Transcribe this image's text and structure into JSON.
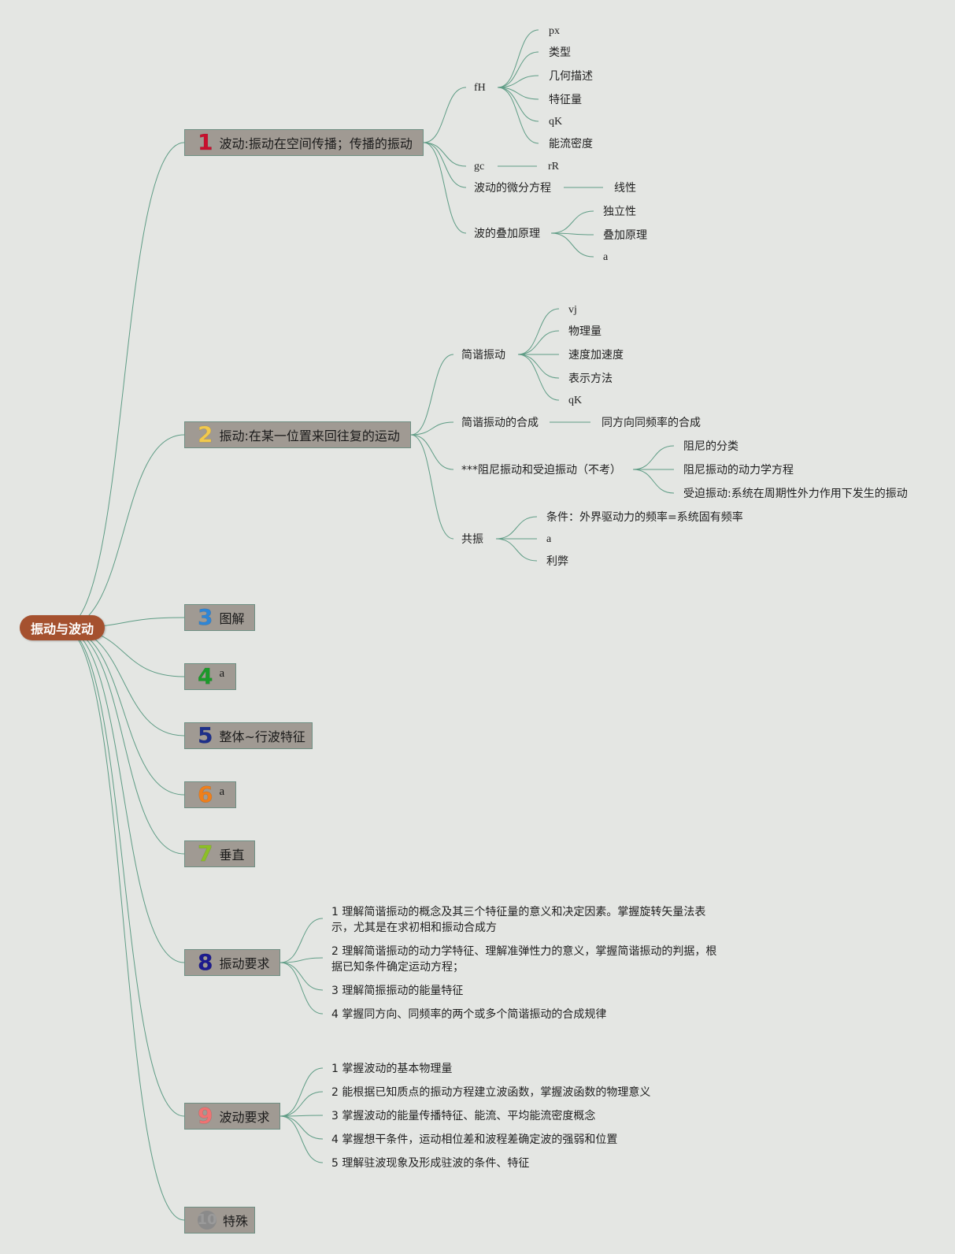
{
  "root": {
    "label": "振动与波动"
  },
  "colors": {
    "line": "#5e9c85",
    "root_bg": "#a5512f",
    "branch_bg": "#a09a93"
  },
  "branches": [
    {
      "num": "1",
      "num_color": "#c8102e",
      "label": "波动:振动在空间传播；传播的振动",
      "children": [
        {
          "label": "fH",
          "children": [
            "px",
            "类型",
            "几何描述",
            "特征量",
            "qK",
            "能流密度"
          ]
        },
        {
          "label": "gc",
          "children": [
            "rR"
          ]
        },
        {
          "label": "波动的微分方程",
          "children": [
            "线性"
          ]
        },
        {
          "label": "波的叠加原理",
          "children": [
            "独立性",
            "叠加原理",
            "a"
          ]
        }
      ]
    },
    {
      "num": "2",
      "num_color": "#f2c94c",
      "label": "振动:在某一位置来回往复的运动",
      "children": [
        {
          "label": "简谐振动",
          "children": [
            "vj",
            "物理量",
            "速度加速度",
            "表示方法",
            "qK"
          ]
        },
        {
          "label": "简谐振动的合成",
          "children": [
            "同方向同频率的合成"
          ]
        },
        {
          "label": "***阻尼振动和受迫振动（不考）",
          "children": [
            "阻尼的分类",
            "阻尼振动的动力学方程",
            "受迫振动:系统在周期性外力作用下发生的振动"
          ]
        },
        {
          "label": "共振",
          "children": [
            "条件：外界驱动力的频率=系统固有频率",
            "a",
            "利弊"
          ]
        }
      ]
    },
    {
      "num": "3",
      "num_color": "#2f86d6",
      "label": "图解",
      "children": []
    },
    {
      "num": "4",
      "num_color": "#1b9a2a",
      "label": "a",
      "children": []
    },
    {
      "num": "5",
      "num_color": "#1d2f8a",
      "label": "整体~行波特征",
      "children": []
    },
    {
      "num": "6",
      "num_color": "#f07f1a",
      "label": "a",
      "children": []
    },
    {
      "num": "7",
      "num_color": "#8cbf26",
      "label": "垂直",
      "children": []
    },
    {
      "num": "8",
      "num_color": "#1d1b8f",
      "label": "振动要求",
      "items": [
        "1 理解简谐振动的概念及其三个特征量的意义和决定因素。掌握旋转矢量法表示，尤其是在求初相和振动合成方",
        "2 理解简谐振动的动力学特征、理解准弹性力的意义，掌握简谐振动的判据，根据已知条件确定运动方程；",
        "3 理解简振振动的能量特征",
        "4 掌握同方向、同频率的两个或多个简谐振动的合成规律"
      ]
    },
    {
      "num": "9",
      "num_color": "#ef7373",
      "label": "波动要求",
      "items": [
        "1 掌握波动的基本物理量",
        "2 能根据已知质点的振动方程建立波函数，掌握波函数的物理意义",
        "3 掌握波动的能量传播特征、能流、平均能流密度概念",
        "4 掌握想干条件，运动相位差和波程差确定波的强弱和位置",
        "5 理解驻波现象及形成驻波的条件、特征"
      ]
    },
    {
      "num": "10",
      "num_color": "#8a8a8a",
      "label": "特殊",
      "children": []
    }
  ]
}
